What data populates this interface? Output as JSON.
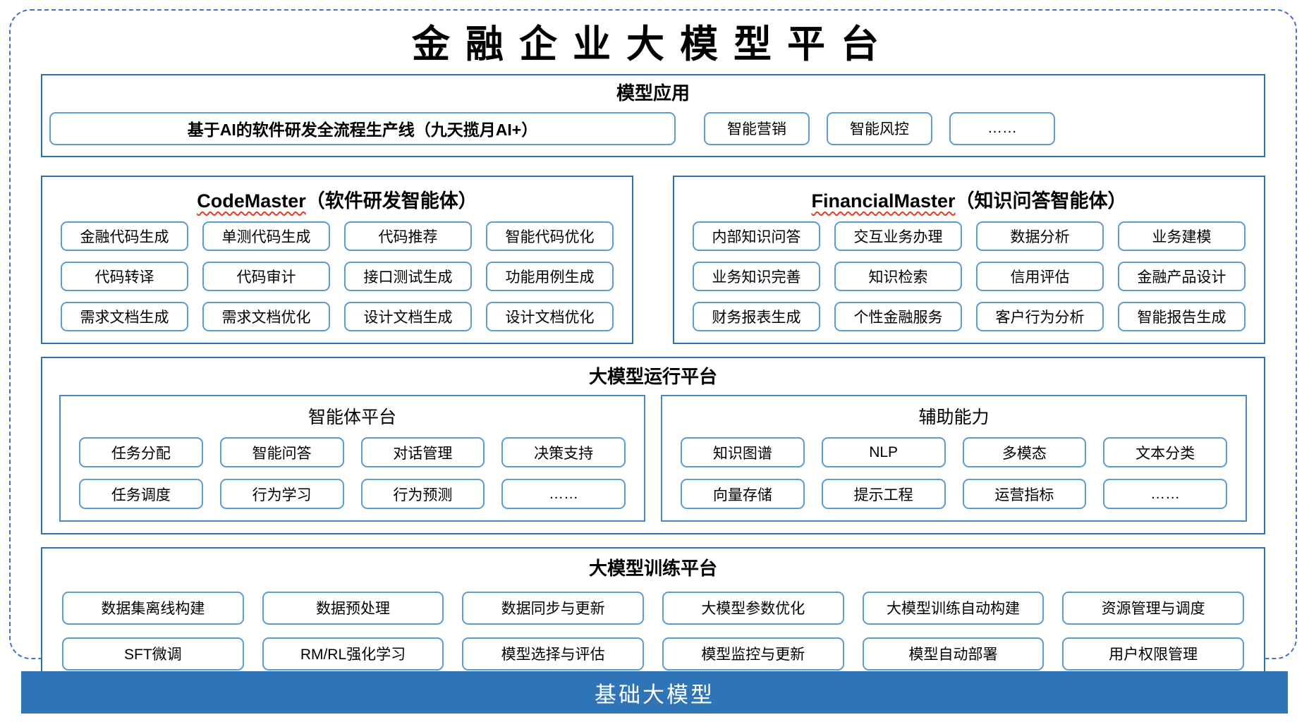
{
  "page": {
    "title": "金融企业大模型平台",
    "banner_label": "基础大模型"
  },
  "colors": {
    "section_border_blue": "#2E74B5",
    "box_border_blue": "#5B9BD5",
    "dashed_frame_blue": "#4472C4",
    "banner_bg_blue": "#2E74B6",
    "squiggle_red": "#E63B25",
    "text": "#000000"
  },
  "model_app": {
    "title": "模型应用",
    "main_item": "基于AI的软件研发全流程生产线（九天揽月AI+）",
    "items": [
      "智能营销",
      "智能风控",
      "……"
    ]
  },
  "agents": [
    {
      "name": "CodeMaster",
      "subtitle": "（软件研发智能体）",
      "items": [
        "金融代码生成",
        "单测代码生成",
        "代码推荐",
        "智能代码优化",
        "代码转译",
        "代码审计",
        "接口测试生成",
        "功能用例生成",
        "需求文档生成",
        "需求文档优化",
        "设计文档生成",
        "设计文档优化"
      ]
    },
    {
      "name": "FinancialMaster",
      "subtitle": "（知识问答智能体）",
      "items": [
        "内部知识问答",
        "交互业务办理",
        "数据分析",
        "业务建模",
        "业务知识完善",
        "知识检索",
        "信用评估",
        "金融产品设计",
        "财务报表生成",
        "个性金融服务",
        "客户行为分析",
        "智能报告生成"
      ]
    }
  ],
  "runtime": {
    "title": "大模型运行平台",
    "groups": [
      {
        "title": "智能体平台",
        "items": [
          "任务分配",
          "智能问答",
          "对话管理",
          "决策支持",
          "任务调度",
          "行为学习",
          "行为预测",
          "……"
        ]
      },
      {
        "title": "辅助能力",
        "items": [
          "知识图谱",
          "NLP",
          "多模态",
          "文本分类",
          "向量存储",
          "提示工程",
          "运营指标",
          "……"
        ]
      }
    ]
  },
  "training": {
    "title": "大模型训练平台",
    "items": [
      "数据集离线构建",
      "数据预处理",
      "数据同步与更新",
      "大模型参数优化",
      "大模型训练自动构建",
      "资源管理与调度",
      "SFT微调",
      "RM/RL强化学习",
      "模型选择与评估",
      "模型监控与更新",
      "模型自动部署",
      "用户权限管理"
    ]
  }
}
